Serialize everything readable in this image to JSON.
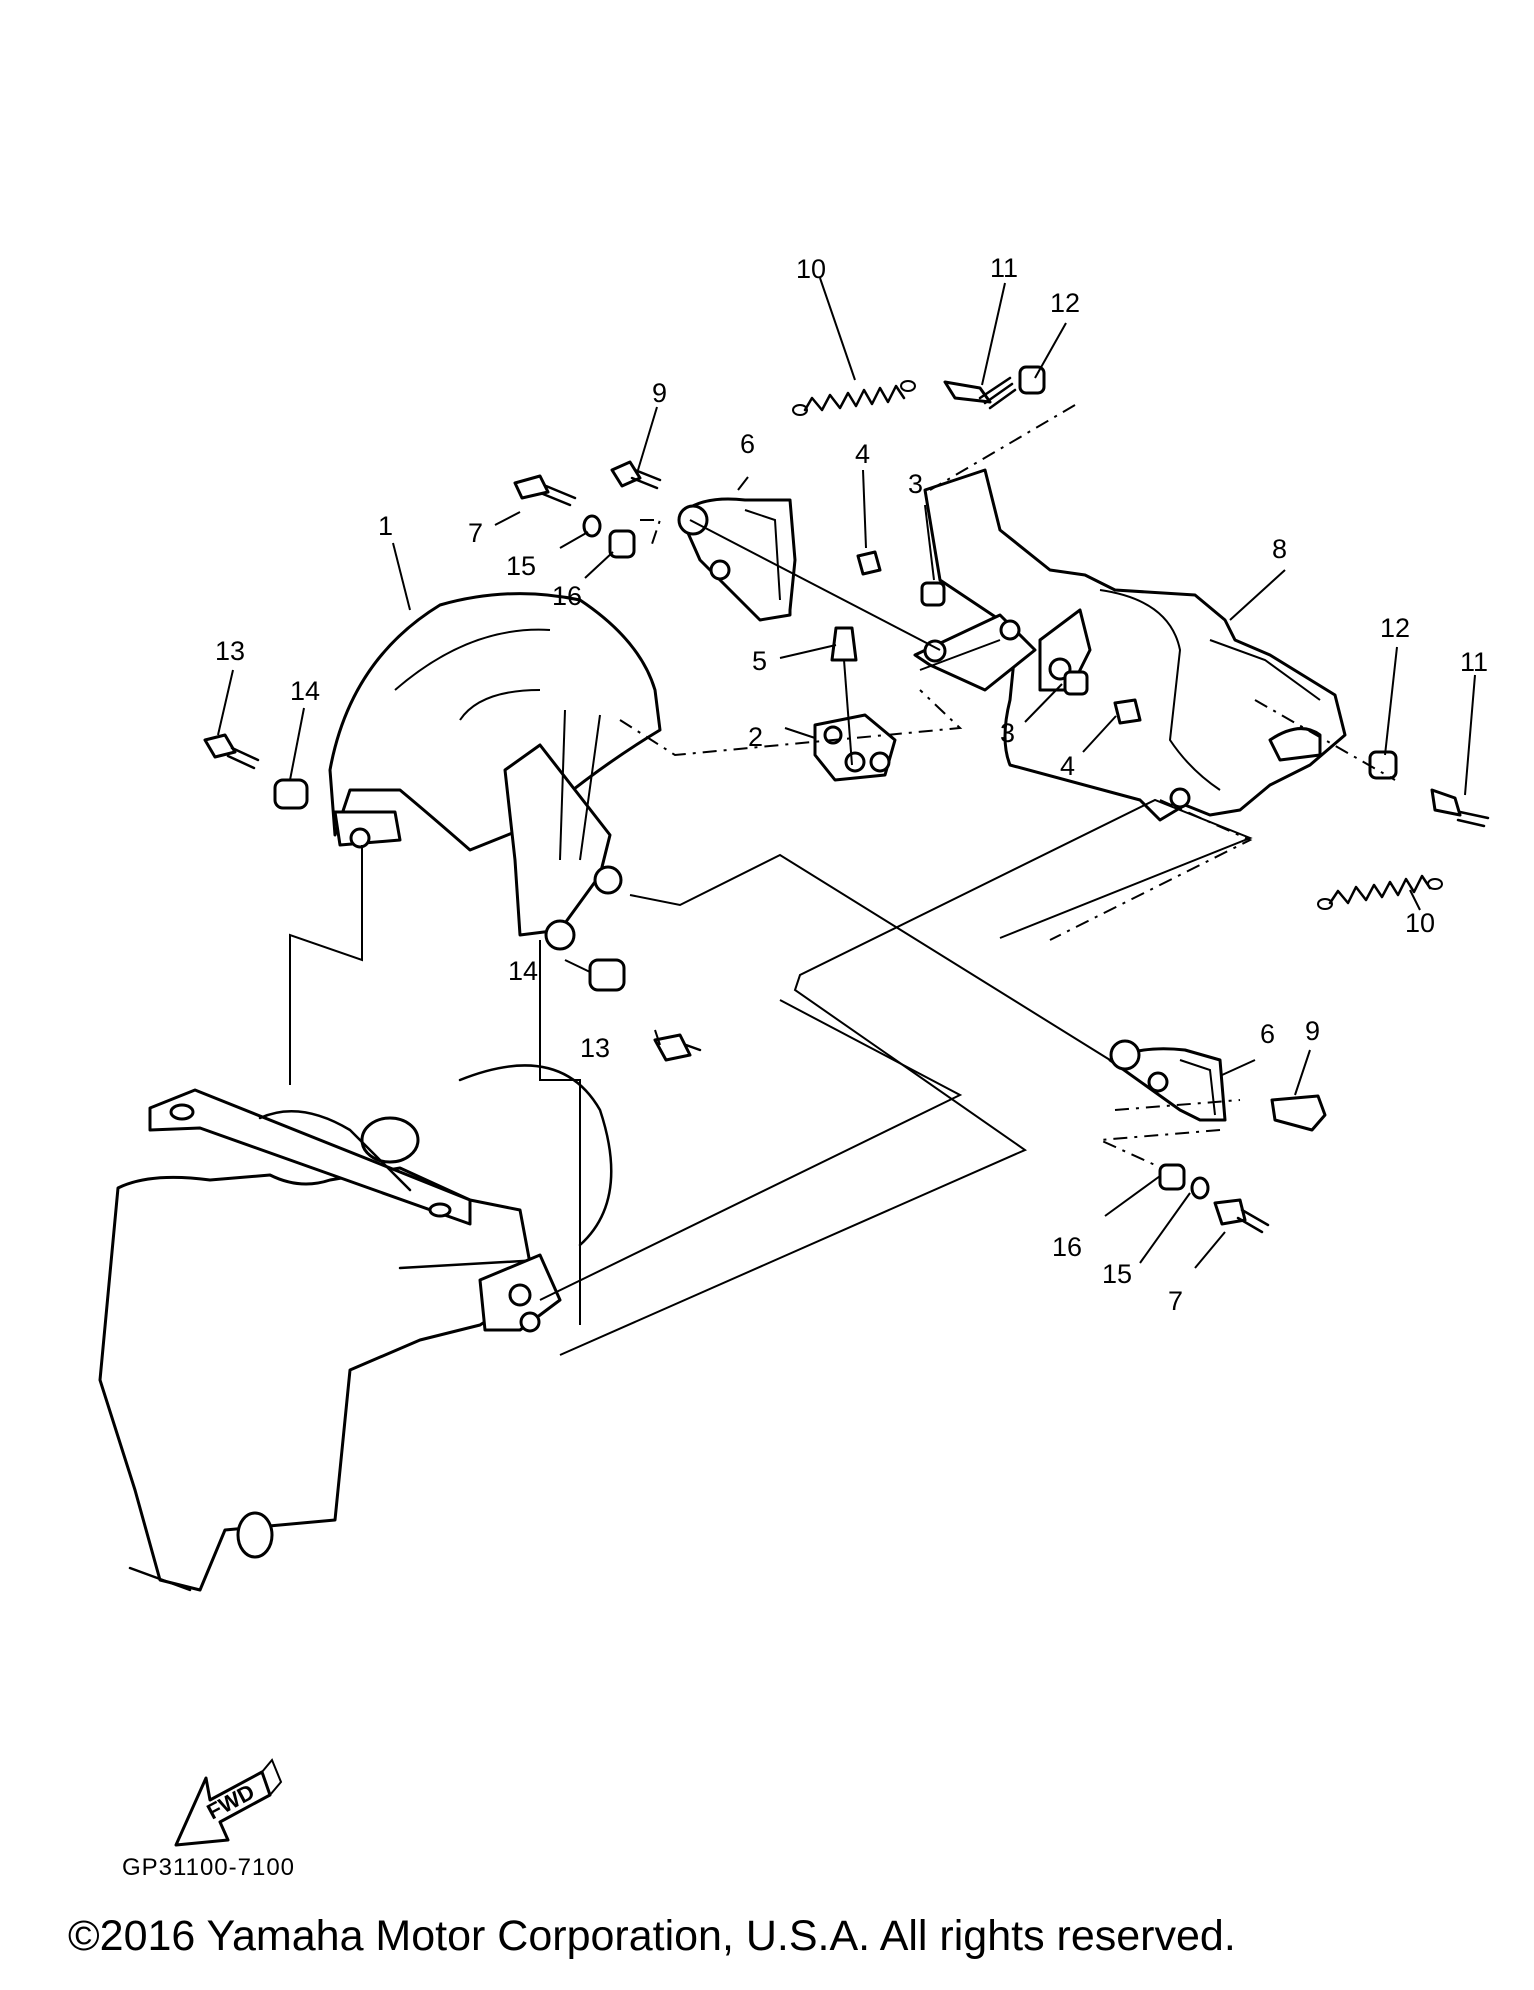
{
  "callouts": {
    "c1": "1",
    "c2": "2",
    "c3a": "3",
    "c3b": "3",
    "c4a": "4",
    "c4b": "4",
    "c5": "5",
    "c6a": "6",
    "c6b": "6",
    "c7a": "7",
    "c7b": "7",
    "c8": "8",
    "c9a": "9",
    "c9b": "9",
    "c10a": "10",
    "c10b": "10",
    "c11a": "11",
    "c11b": "11",
    "c12a": "12",
    "c12b": "12",
    "c13a": "13",
    "c13b": "13",
    "c14a": "14",
    "c14b": "14",
    "c15a": "15",
    "c15b": "15",
    "c16a": "16",
    "c16b": "16"
  },
  "fwd_label": "FWD",
  "diagram_code": "GP31100-7100",
  "copyright": "©2016 Yamaha Motor Corporation, U.S.A. All rights reserved."
}
